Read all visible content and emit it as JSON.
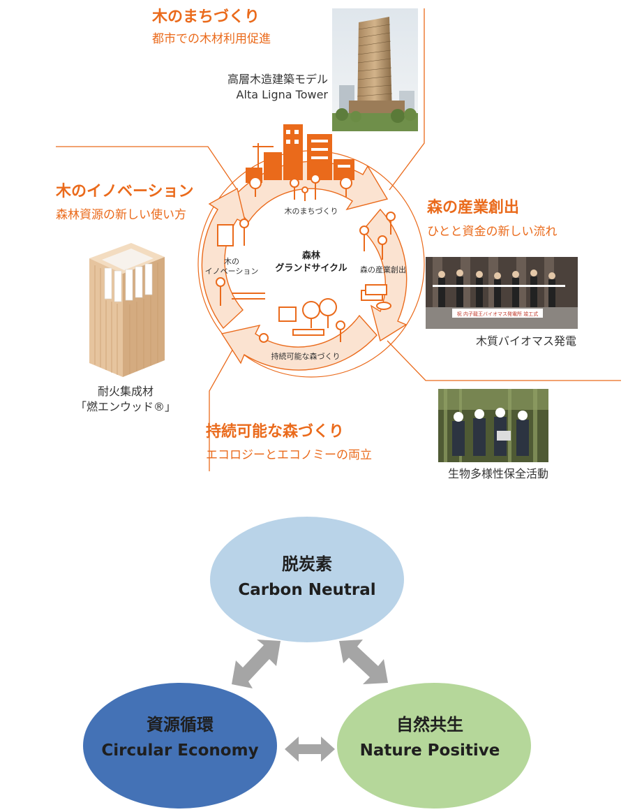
{
  "top": {
    "machi": {
      "title": "木のまちづくり",
      "subtitle": "都市での木材利用促進"
    },
    "tower": {
      "caption_line1": "高層木造建築モデル",
      "caption_line2": "Alta Ligna Tower"
    },
    "innovation": {
      "title": "木のイノベーション",
      "subtitle": "森林資源の新しい使い方"
    },
    "material": {
      "caption_line1": "耐火集成材",
      "caption_line2": "「燃エンウッド®」"
    },
    "industry": {
      "title": "森の産業創出",
      "subtitle": "ひとと資金の新しい流れ"
    },
    "biomass": {
      "caption": "木質バイオマス発電",
      "banner": "祝 内子龍王バイオマス発電所 竣工式"
    },
    "forest": {
      "title": "持続可能な森づくり",
      "subtitle": "エコロジーとエコノミーの両立"
    },
    "biodiversity": {
      "caption": "生物多様性保全活動"
    }
  },
  "cycle": {
    "center_line1": "森林",
    "center_line2": "グランドサイクル",
    "label_top": "木のまちづくり",
    "label_right": "森の産業創出",
    "label_bottom": "持続可能な森づくり",
    "label_left_line1": "木の",
    "label_left_line2": "イノベーション"
  },
  "bottom": {
    "carbon": {
      "jp": "脱炭素",
      "en": "Carbon Neutral",
      "color": "#b9d3e8"
    },
    "circular": {
      "jp": "資源循環",
      "en": "Circular Economy",
      "color": "#4472b6"
    },
    "nature": {
      "jp": "自然共生",
      "en": "Nature Positive",
      "color": "#b5d79a"
    }
  },
  "colors": {
    "accent": "#ea6a1b",
    "ring": "#fbe3d1",
    "arrow": "#a5a5a5"
  }
}
